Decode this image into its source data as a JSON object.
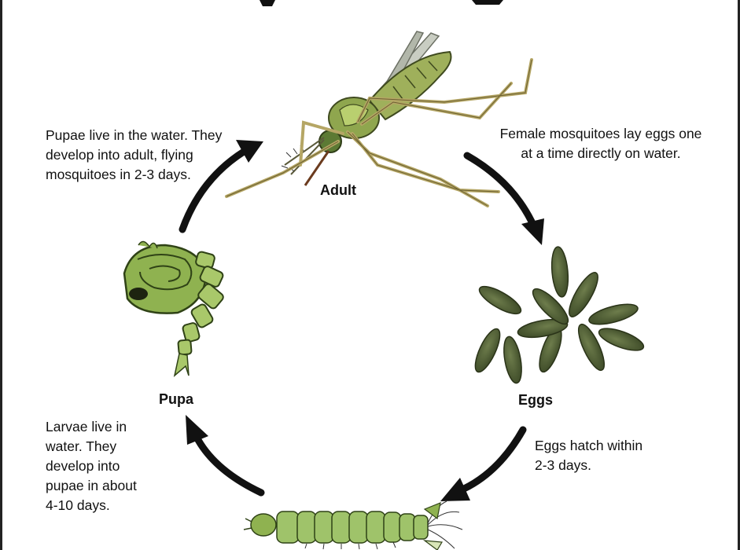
{
  "stages": {
    "adult": "Adult",
    "eggs": "Eggs",
    "pupa": "Pupa"
  },
  "captions": {
    "pupa_to_adult": "Pupae live in the water. They\ndevelop into adult, flying\nmosquitoes in 2-3 days.",
    "adult_to_eggs": "Female mosquitoes lay eggs one\nat a time directly on water.",
    "eggs_to_larva": "Eggs hatch within\n2-3 days.",
    "larva_to_pupa": "Larvae live in\nwater. They\ndevelop into\npupae in about\n4-10 days."
  },
  "colors": {
    "arrow": "#111111",
    "body_green": "#8fa64e",
    "light_green": "#b9cf6f",
    "dark_green": "#4a5a2a",
    "egg_green": "#4b5a32",
    "leg_tan": "#b5a665",
    "wing_gray": "#b8bdb0",
    "larva_green": "#9fc36a"
  }
}
